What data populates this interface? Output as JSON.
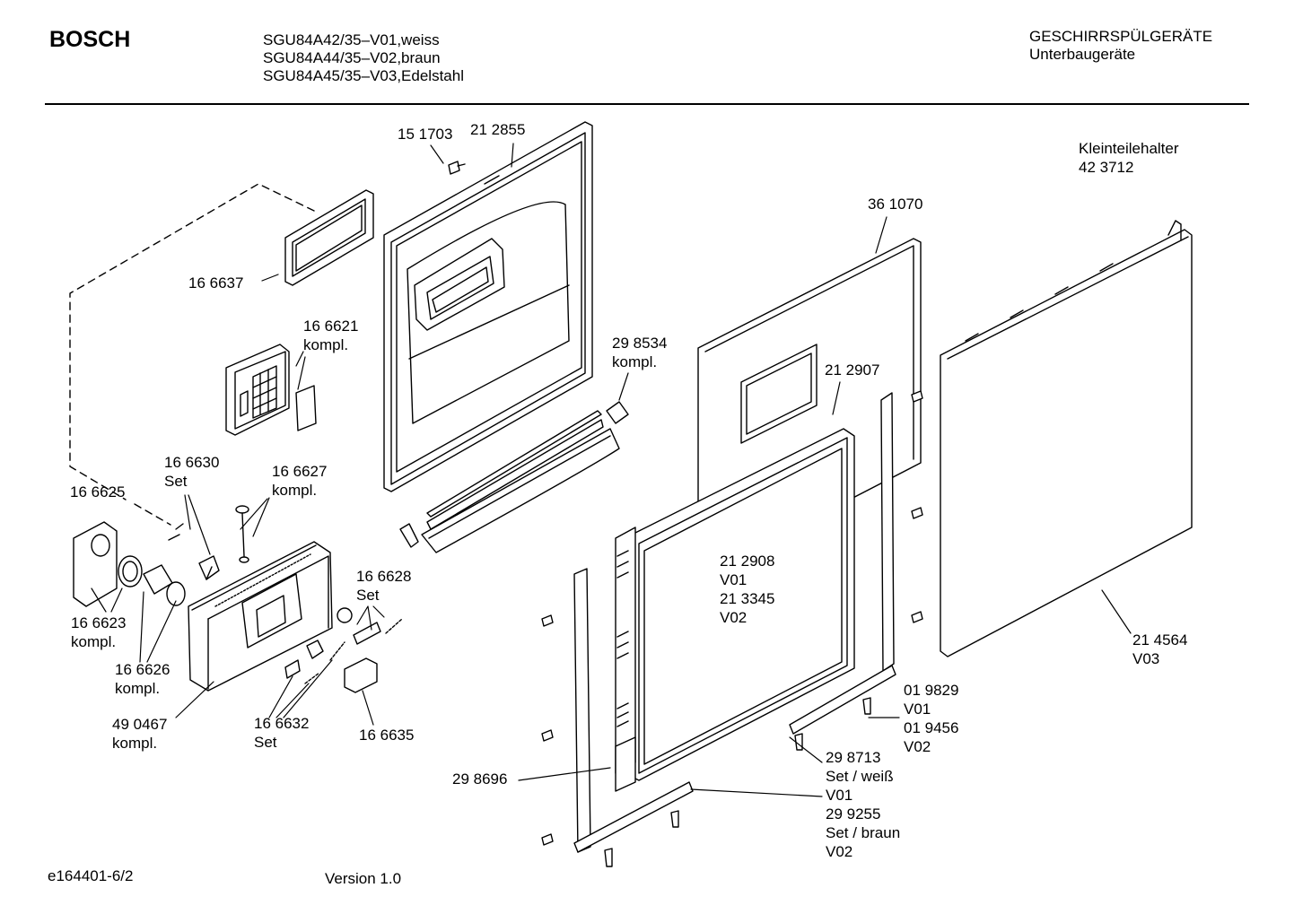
{
  "header": {
    "brand": "BOSCH",
    "models": [
      "SGU84A42/35–V01,weiss",
      "SGU84A44/35–V02,braun",
      "SGU84A45/35–V03,Edelstahl"
    ],
    "category": [
      "GESCHIRRSPÜLGERÄTE",
      "Unterbaugeräte"
    ]
  },
  "labels": {
    "p151703": "15 1703",
    "p212855": "21 2855",
    "kleinteile": "Kleinteilehalter\n42 3712",
    "p361070": "36 1070",
    "p166637": "16 6637",
    "p166621": "16 6621\nkompl.",
    "p298534": "29 8534\nkompl.",
    "p212907": "21 2907",
    "p166630": "16 6630\nSet",
    "p166627": "16 6627\nkompl.",
    "p166625": "16 6625",
    "p166628": "16 6628\nSet",
    "p212908": "21 2908\nV01\n21 3345\nV02",
    "p166623": "16 6623\nkompl.",
    "p214564": "21 4564\nV03",
    "p166626": "16 6626\nkompl.",
    "p019829": "01 9829\nV01\n01 9456\nV02",
    "p490467": "49 0467\nkompl.",
    "p166632": "16 6632\nSet",
    "p166635": "16 6635",
    "p298713": "29 8713\nSet / weiß\nV01\n29 9255\nSet / braun\nV02",
    "p298696": "29 8696"
  },
  "footer": {
    "doc_id": "e164401-6/2",
    "version": "Version 1.0"
  }
}
